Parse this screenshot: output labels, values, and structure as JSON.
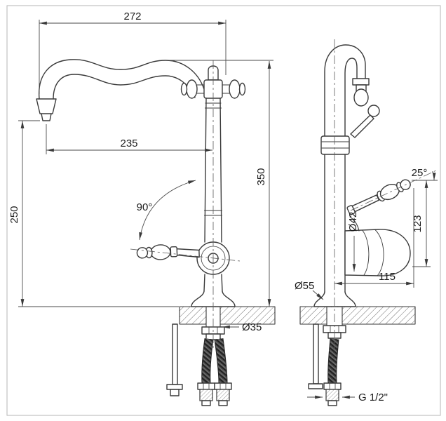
{
  "meta": {
    "subject": "Kitchen mixer faucet dimensional drawing, front and side views"
  },
  "colors": {
    "background": "#ffffff",
    "line": "#3a3a3a",
    "dimension": "#4a4a4a",
    "hatch": "#6f6f6f",
    "hose": "#4a4a4a"
  },
  "front_view": {
    "dim_overall_reach": "272",
    "dim_spout_reach": "235",
    "dim_spout_height": "250",
    "dim_total_height": "350",
    "handle_rotation_angle": "90°",
    "mounting_hole_diameter": "Ø35"
  },
  "side_view": {
    "handle_tilt_angle": "25°",
    "dim_handle_height": "123",
    "body_diameter": "Ø42",
    "base_diameter": "Ø55",
    "dim_handle_reach": "115",
    "connection_thread": "G 1/2\""
  }
}
